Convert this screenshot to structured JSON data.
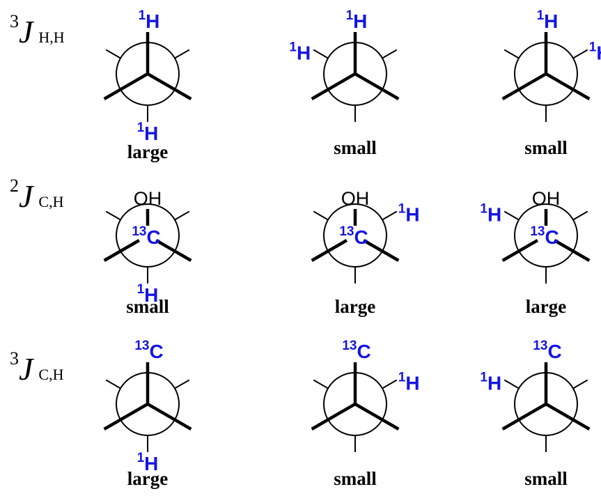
{
  "colors": {
    "isotope": "#1414e6",
    "ink": "#000000"
  },
  "rows": [
    {
      "label": {
        "superscript": "3",
        "symbol": "J",
        "subscript": "H,H"
      },
      "projections": [
        {
          "caption": "large",
          "front_top": {
            "mass": "1",
            "element": "H"
          },
          "back_substituent": {
            "mass": "1",
            "element": "H"
          },
          "back_position": "bottom"
        },
        {
          "caption": "small",
          "front_top": {
            "mass": "1",
            "element": "H"
          },
          "back_substituent": {
            "mass": "1",
            "element": "H"
          },
          "back_position": "upper-left"
        },
        {
          "caption": "small",
          "front_top": {
            "mass": "1",
            "element": "H"
          },
          "back_substituent": {
            "mass": "1",
            "element": "H"
          },
          "back_position": "upper-right"
        }
      ]
    },
    {
      "label": {
        "superscript": "2",
        "symbol": "J",
        "subscript": "C,H"
      },
      "projections": [
        {
          "caption": "small",
          "front_top": {
            "text": "OH"
          },
          "center": {
            "mass": "13",
            "element": "C"
          },
          "back_substituent": {
            "mass": "1",
            "element": "H"
          },
          "back_position": "bottom"
        },
        {
          "caption": "large",
          "front_top": {
            "text": "OH"
          },
          "center": {
            "mass": "13",
            "element": "C"
          },
          "back_substituent": {
            "mass": "1",
            "element": "H"
          },
          "back_position": "upper-right"
        },
        {
          "caption": "large",
          "front_top": {
            "text": "OH"
          },
          "center": {
            "mass": "13",
            "element": "C"
          },
          "back_substituent": {
            "mass": "1",
            "element": "H"
          },
          "back_position": "upper-left"
        }
      ]
    },
    {
      "label": {
        "superscript": "3",
        "symbol": "J",
        "subscript": "C,H"
      },
      "projections": [
        {
          "caption": "large",
          "front_top": {
            "mass": "13",
            "element": "C"
          },
          "back_substituent": {
            "mass": "1",
            "element": "H"
          },
          "back_position": "bottom"
        },
        {
          "caption": "small",
          "front_top": {
            "mass": "13",
            "element": "C"
          },
          "back_substituent": {
            "mass": "1",
            "element": "H"
          },
          "back_position": "upper-right"
        },
        {
          "caption": "small",
          "front_top": {
            "mass": "13",
            "element": "C"
          },
          "back_substituent": {
            "mass": "1",
            "element": "H"
          },
          "back_position": "upper-left"
        }
      ]
    }
  ]
}
